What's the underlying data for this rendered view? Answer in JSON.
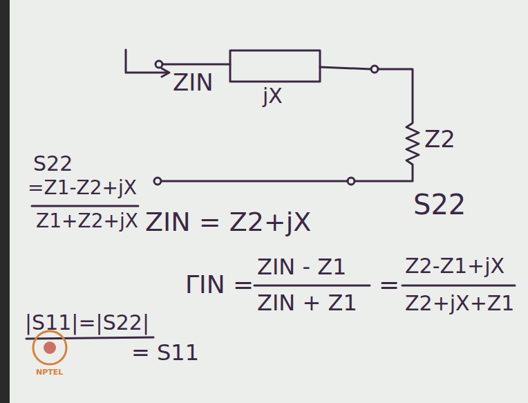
{
  "diagram": {
    "labels": [
      "ZIN",
      "jX",
      "Z2",
      "S22",
      "S22",
      "=Z1-Z2+jX",
      "Z1+Z2+jX",
      "ZIN = Z2+jX",
      "ΓIN =",
      "ZIN - Z1",
      "ZIN + Z1",
      "=",
      "Z2-Z1+jX",
      "Z2+jX+Z1",
      "|S11|=|S22|",
      "= S11",
      "NPTEL"
    ]
  }
}
